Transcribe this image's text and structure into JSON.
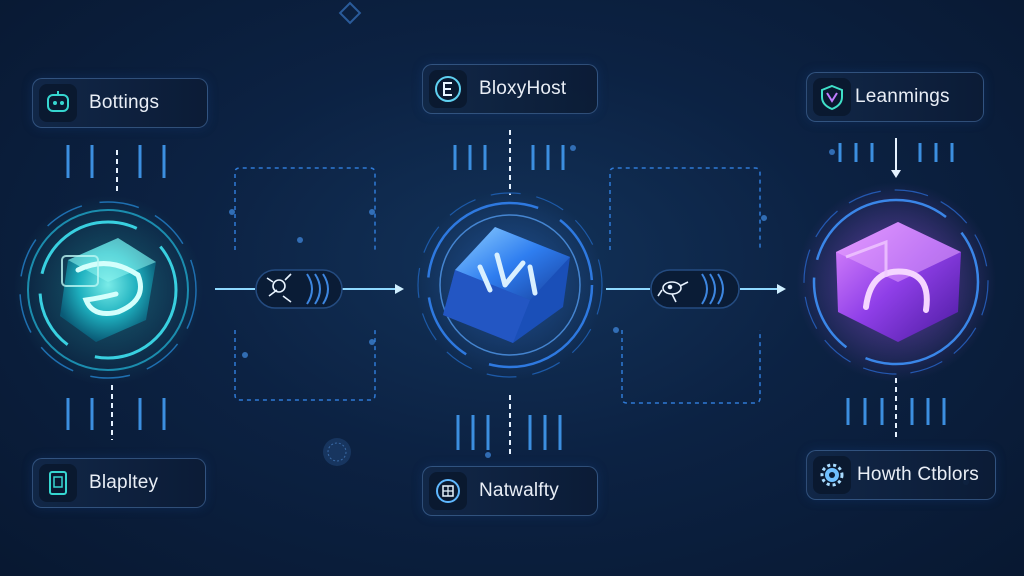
{
  "nodes": {
    "top_left": {
      "label": "Bottings",
      "icon": "robot-icon"
    },
    "top_center": {
      "label": "BloxyHost",
      "icon": "server-e-icon"
    },
    "top_right": {
      "label": "Leanmings",
      "icon": "shield-icon"
    },
    "bottom_left": {
      "label": "Blapltey",
      "icon": "tablet-icon"
    },
    "bottom_center": {
      "label": "Natwalfty",
      "icon": "globe-grid-icon"
    },
    "bottom_right": {
      "label": "Howth Ctblors",
      "icon": "gear-cube-icon"
    }
  },
  "hubs": {
    "left": {
      "icon": "teal-cube-icon",
      "color": "#2fd3d0"
    },
    "center": {
      "icon": "blue-rune-cube-icon",
      "color": "#3d8bff"
    },
    "right": {
      "icon": "purple-cube-icon",
      "color": "#b25cff"
    }
  },
  "connectors": {
    "left": {
      "icon": "gear-link-icon"
    },
    "right": {
      "icon": "robot-link-icon"
    }
  },
  "colors": {
    "background": "#0c2243",
    "accent": "#3fa9ff",
    "teal": "#2fd3d0",
    "purple": "#9b4dff"
  }
}
